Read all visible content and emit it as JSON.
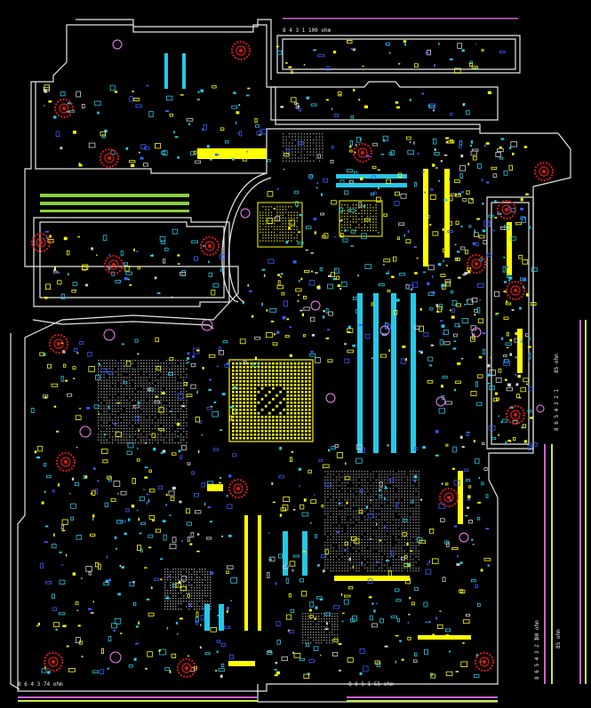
{
  "board": {
    "palette": {
      "background": "#000000",
      "outline": "#e6e6e6",
      "pad_yellow": "#ffff00",
      "pad_cyan": "#27c8e6",
      "pad_blue": "#3a5cff",
      "mount_hole_red": "#e01818",
      "via_pink": "#ff80ff",
      "trace_green": "#8cd040",
      "trace_magenta": "#d060d0",
      "trace_lime": "#c8e840"
    },
    "labels": {
      "top_right": "8 4 3 1  100 ohm",
      "bottom_left": "8 6 4 3  74 ohm",
      "bottom_mid": "8 6 5 1  55 ohm",
      "right_upper": "85 ohm",
      "right_lower_a": "90 ohm",
      "right_lower_b": "85 ohm",
      "right_numbers_upper": "8 6 5 4 3 2 1",
      "right_numbers_lower": "8 6 5 4 3 2 1"
    }
  }
}
